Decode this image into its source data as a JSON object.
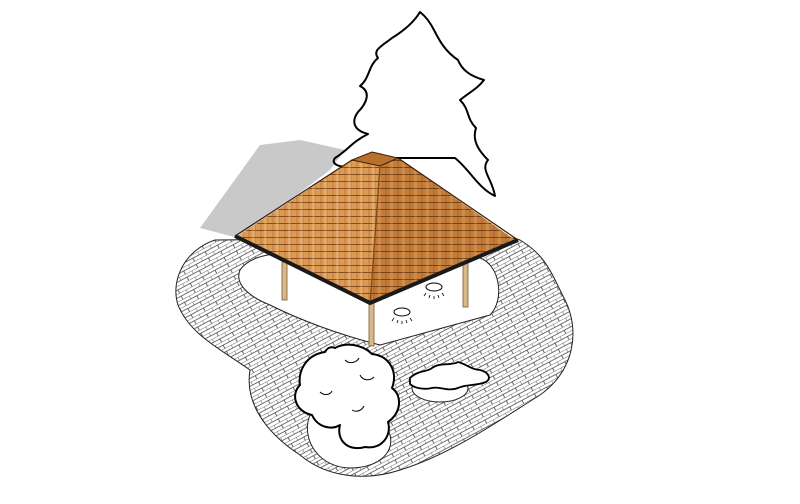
{
  "scene": {
    "subject": "gazebo",
    "style": "isometric sketch",
    "objects": [
      "paving",
      "shadow",
      "spruce-tree",
      "gazebo-roof",
      "gazebo-posts",
      "shrub-left",
      "shrub-right",
      "seat-stools"
    ]
  },
  "colors": {
    "background": "#ffffff",
    "outline": "#000000",
    "paving_line": "#444444",
    "shadow": "#c9c9c9",
    "roof_light": "#e7a864",
    "roof_mid": "#d18a43",
    "roof_dark": "#a9652a",
    "roof_shingle_line": "#7a4318",
    "eave": "#1a1a1a",
    "post": "#d7b98a",
    "foliage_fill": "#ffffff"
  }
}
